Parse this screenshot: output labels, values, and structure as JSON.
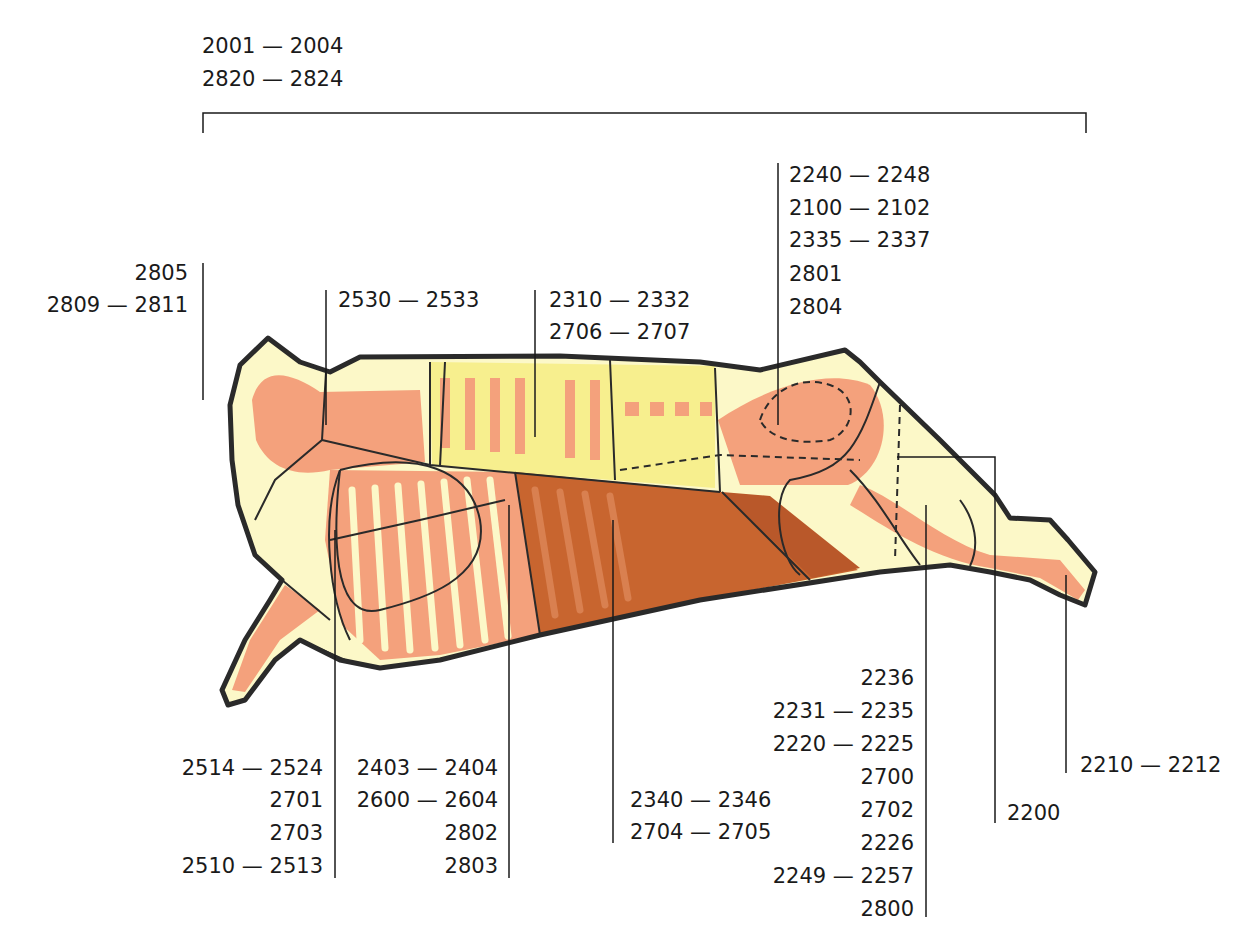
{
  "diagram": {
    "labels": [
      "2001 — 2004",
      "2820 — 2824",
      "2240 — 2248",
      "2100 — 2102",
      "2335 — 2337",
      "2801",
      "2804",
      "2805",
      "2809 — 2811",
      "2530 — 2533",
      "2310 — 2332",
      "2706 — 2707",
      "2236",
      "2231 — 2235",
      "2220 — 2225",
      "2700",
      "2702",
      "2226",
      "2249 — 2257",
      "2800",
      "2514 — 2524",
      "2701",
      "2703",
      "2510 — 2513",
      "2403 — 2404",
      "2600 — 2604",
      "2802",
      "2803",
      "2340 — 2346",
      "2704 — 2705",
      "2200",
      "2210 — 2212"
    ]
  }
}
